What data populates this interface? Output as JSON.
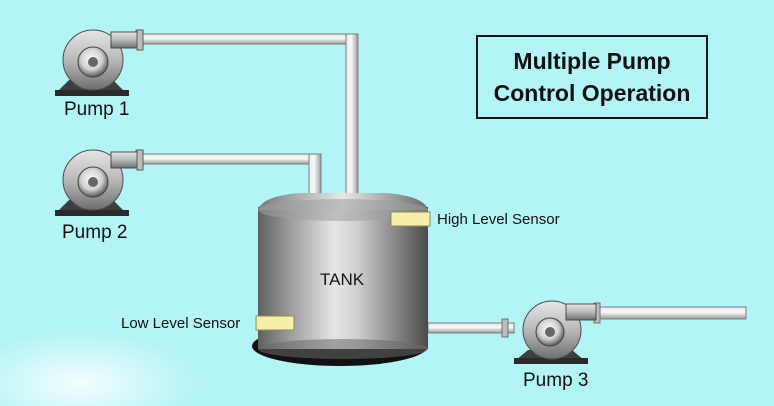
{
  "title": {
    "line1": "Multiple Pump",
    "line2": "Control Operation"
  },
  "pumps": [
    {
      "label": "Pump 1"
    },
    {
      "label": "Pump 2"
    },
    {
      "label": "Pump 3"
    }
  ],
  "tank": {
    "label": "TANK"
  },
  "sensors": {
    "high": {
      "label": "High Level Sensor"
    },
    "low": {
      "label": "Low Level Sensor"
    }
  },
  "colors": {
    "background": "#b3f4f6",
    "sensor": "#f6f0a6",
    "pipe": "#c8c8c8"
  }
}
